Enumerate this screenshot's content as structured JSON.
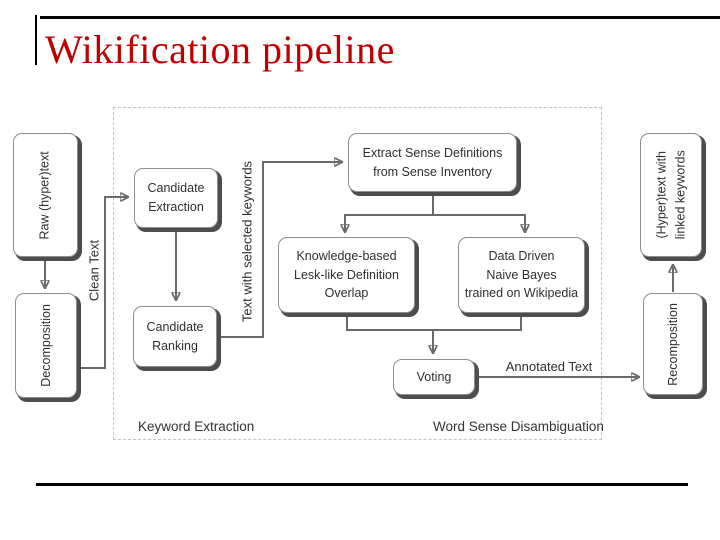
{
  "slide": {
    "title": "Wikification pipeline"
  },
  "pipeline": {
    "nodes": {
      "raw_text": "Raw (hyper)text",
      "decomposition": "Decomposition",
      "candidate_extraction": "Candidate\nExtraction",
      "candidate_ranking": "Candidate\nRanking",
      "extract_sense_definitions": "Extract Sense Definitions\nfrom Sense Inventory",
      "knowledge_based": "Knowledge-based\nLesk-like Definition\nOverlap",
      "data_driven": "Data Driven\nNaive Bayes\ntrained on Wikipedia",
      "voting": "Voting",
      "recomposition": "Recomposition",
      "hypertext_linked": "(Hyper)text with\nlinked keywords"
    },
    "edge_labels": {
      "clean_text": "Clean Text",
      "selected_keywords": "Text with selected keywords",
      "annotated_text": "Annotated Text"
    },
    "section_labels": {
      "keyword_extraction": "Keyword Extraction",
      "word_sense_disambiguation": "Word Sense Disambiguation"
    }
  },
  "colors": {
    "title-red": "#c00000",
    "box-border": "#8e8e8e",
    "box-shadow": "#4d4d4d",
    "line-gray": "#6a6a6a",
    "text-dark": "#2f2f2f",
    "dashed-border": "#c4c4c4"
  }
}
